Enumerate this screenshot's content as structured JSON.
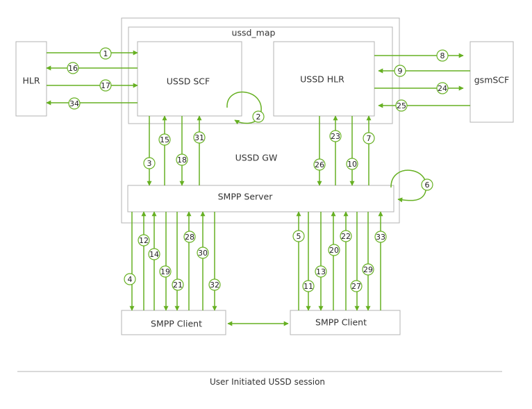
{
  "colors": {
    "arrow": "#66b022",
    "box_border": "#b3b3b3",
    "text": "#333333"
  },
  "labels": {
    "hlr": "HLR",
    "ussd_gw": "USSD GW",
    "ussd_map": "ussd_map",
    "ussd_scf": "USSD SCF",
    "ussd_hlr": "USSD HLR",
    "gsmscf": "gsmSCF",
    "smpp_server": "SMPP Server",
    "smpp_client_left": "SMPP Client",
    "smpp_client_right": "SMPP Client"
  },
  "caption": "User Initiated USSD session",
  "steps": [
    "1",
    "2",
    "3",
    "4",
    "5",
    "6",
    "7",
    "8",
    "9",
    "10",
    "11",
    "12",
    "13",
    "14",
    "15",
    "16",
    "17",
    "18",
    "19",
    "20",
    "21",
    "22",
    "23",
    "24",
    "25",
    "26",
    "27",
    "28",
    "29",
    "30",
    "31",
    "32",
    "33",
    "34"
  ]
}
